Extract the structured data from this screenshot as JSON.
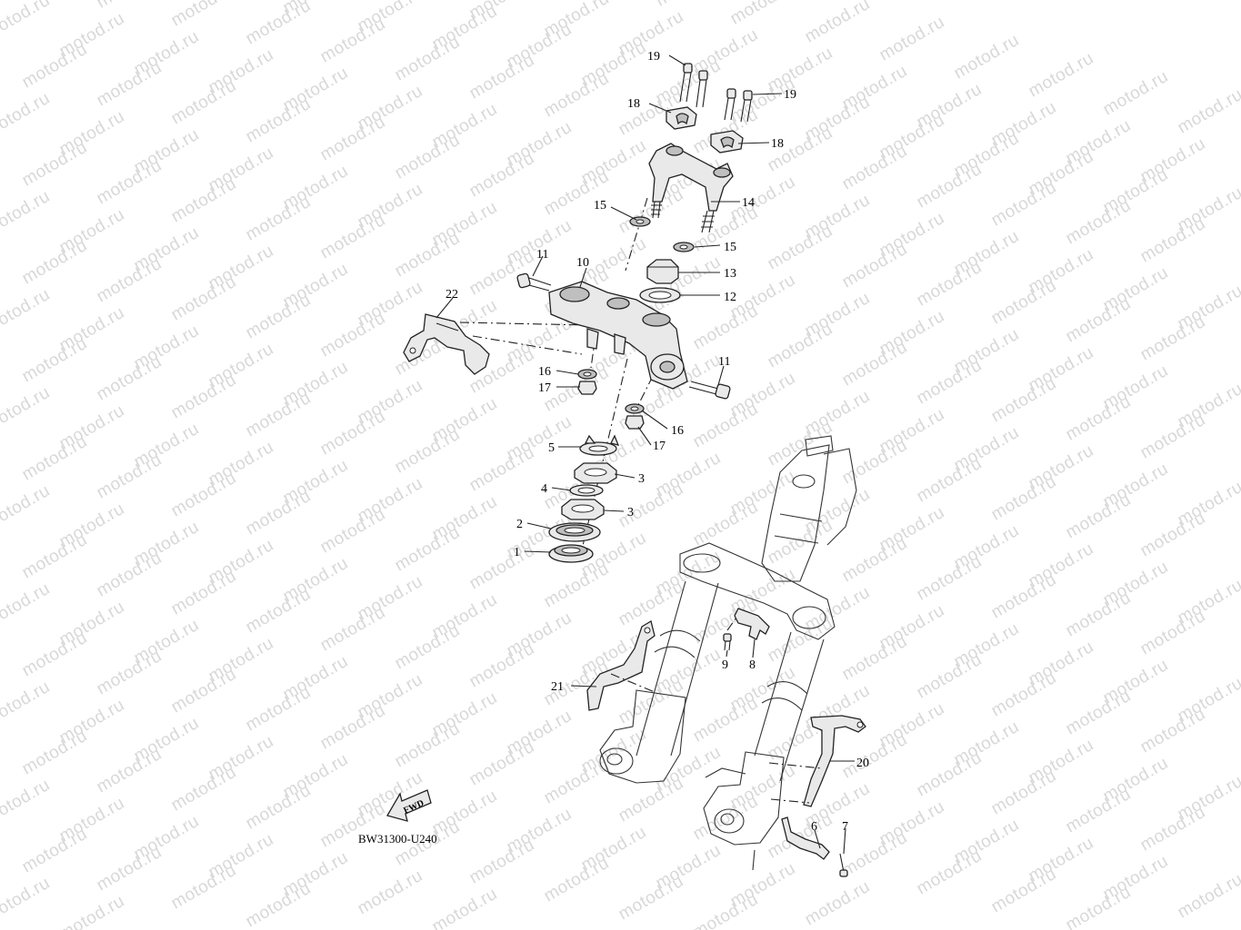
{
  "watermark": "motod.ru",
  "diagram_code": "BW31300-U240",
  "fwd_label": "FWD",
  "callouts": [
    {
      "id": "c19a",
      "text": "19"
    },
    {
      "id": "c19b",
      "text": "19"
    },
    {
      "id": "c18a",
      "text": "18"
    },
    {
      "id": "c18b",
      "text": "18"
    },
    {
      "id": "c14",
      "text": "14"
    },
    {
      "id": "c15a",
      "text": "15"
    },
    {
      "id": "c15b",
      "text": "15"
    },
    {
      "id": "c13",
      "text": "13"
    },
    {
      "id": "c12",
      "text": "12"
    },
    {
      "id": "c11a",
      "text": "11"
    },
    {
      "id": "c10",
      "text": "10"
    },
    {
      "id": "c22",
      "text": "22"
    },
    {
      "id": "c11b",
      "text": "11"
    },
    {
      "id": "c16a",
      "text": "16"
    },
    {
      "id": "c17a",
      "text": "17"
    },
    {
      "id": "c16b",
      "text": "16"
    },
    {
      "id": "c17b",
      "text": "17"
    },
    {
      "id": "c5",
      "text": "5"
    },
    {
      "id": "c3a",
      "text": "3"
    },
    {
      "id": "c4",
      "text": "4"
    },
    {
      "id": "c3b",
      "text": "3"
    },
    {
      "id": "c2",
      "text": "2"
    },
    {
      "id": "c1",
      "text": "1"
    },
    {
      "id": "c21",
      "text": "21"
    },
    {
      "id": "c9",
      "text": "9"
    },
    {
      "id": "c8",
      "text": "8"
    },
    {
      "id": "c20",
      "text": "20"
    },
    {
      "id": "c6",
      "text": "6"
    },
    {
      "id": "c7",
      "text": "7"
    }
  ]
}
